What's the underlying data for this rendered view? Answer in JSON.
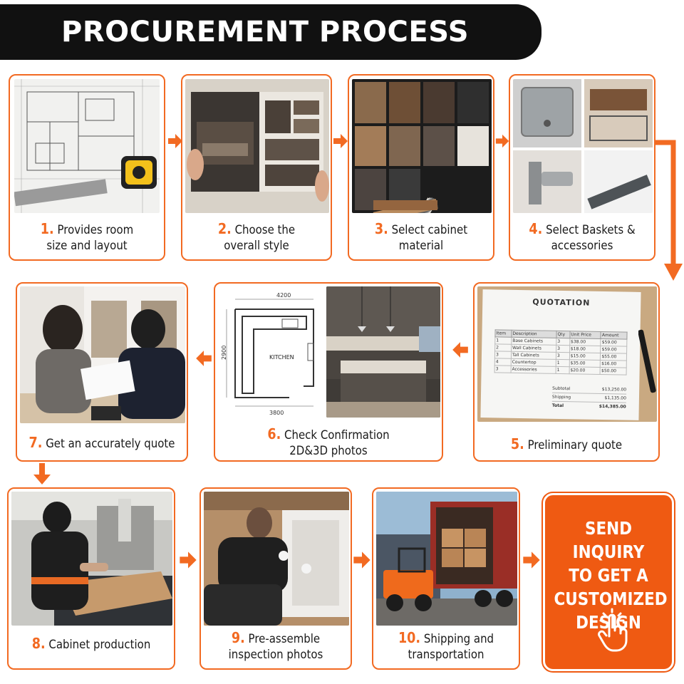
{
  "title": "PROCUREMENT PROCESS",
  "colors": {
    "accent": "#f26a22",
    "title_bg": "#111111",
    "cta_bg": "#ef5a12"
  },
  "steps": [
    {
      "num": "1.",
      "line1": "Provides room",
      "line2": "size and layout"
    },
    {
      "num": "2.",
      "line1": "Choose the",
      "line2": "overall style"
    },
    {
      "num": "3.",
      "line1": "Select cabinet",
      "line2": "material"
    },
    {
      "num": "4.",
      "line1": "Select Baskets &",
      "line2": "accessories"
    },
    {
      "num": "5.",
      "line1": "Preliminary quote",
      "line2": ""
    },
    {
      "num": "6.",
      "line1": "Check Confirmation",
      "line2": "2D&3D photos"
    },
    {
      "num": "7.",
      "line1": "Get an accurately quote",
      "line2": ""
    },
    {
      "num": "8.",
      "line1": "Cabinet production",
      "line2": ""
    },
    {
      "num": "9.",
      "line1": "Pre-assemble",
      "line2": "inspection photos"
    },
    {
      "num": "10.",
      "line1": "Shipping and",
      "line2": "transportation"
    }
  ],
  "quotation": {
    "heading": "QUOTATION",
    "headers": [
      "Item",
      "Description",
      "Qty",
      "Unit Price",
      "Amount"
    ],
    "rows": [
      [
        "1",
        "Base Cabinets",
        "3",
        "$38.00",
        "$59.00"
      ],
      [
        "2",
        "Wall Cabinets",
        "3",
        "$18.00",
        "$59.00"
      ],
      [
        "3",
        "Tall Cabinets",
        "3",
        "$15.00",
        "$55.00"
      ],
      [
        "4",
        "Countertop",
        "1",
        "$35.00",
        "$16.00"
      ],
      [
        "3",
        "Accessories",
        "1",
        "$20.00",
        "$50.00"
      ]
    ],
    "subtotal_label": "Subtotal",
    "subtotal": "$13,250.00",
    "shipping_label": "Shipping",
    "shipping": "$1,135.00",
    "total_label": "Total",
    "total": "$14,385.00"
  },
  "plan": {
    "width": "4200",
    "height": "2900",
    "bottom": "3800",
    "room": "KITCHEN"
  },
  "cta": {
    "lines": [
      "SEND INQUIRY",
      "TO GET A",
      "CUSTOMIZED",
      "DESIGN"
    ],
    "icon": "pointer-hand-icon"
  }
}
